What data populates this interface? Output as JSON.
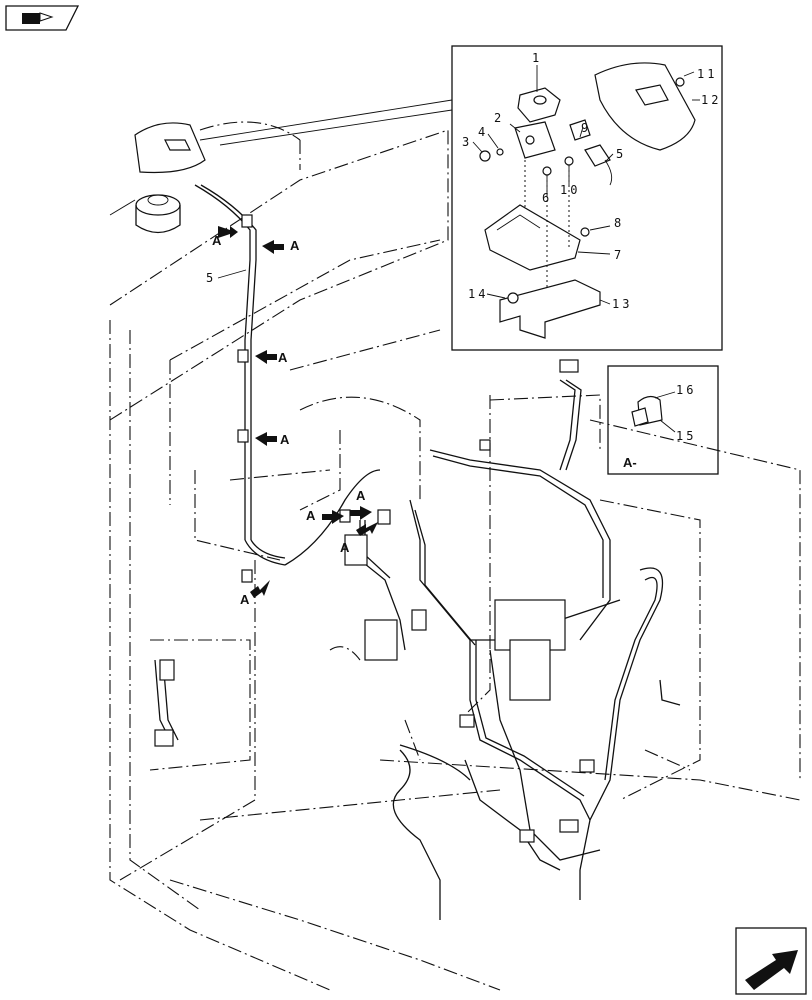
{
  "callouts": {
    "n1": "1",
    "n2": "2",
    "n3": "3",
    "n4": "4",
    "n5_detail": "5",
    "n6": "6",
    "n7": "7",
    "n8": "8",
    "n9": "9",
    "n10": "10",
    "n11": "11",
    "n12": "12",
    "n13": "13",
    "n14": "14",
    "n15": "15",
    "n16": "16",
    "n5_main": "5"
  },
  "view_markers": {
    "a1": "A",
    "a2": "A",
    "a3": "A",
    "a4": "A",
    "a5": "A",
    "a6": "A",
    "a7": "A",
    "a8": "A"
  },
  "detail_view_label": "A-",
  "icons": {
    "top_left": "book-nav-icon",
    "bottom_right": "next-page-arrow-icon"
  }
}
